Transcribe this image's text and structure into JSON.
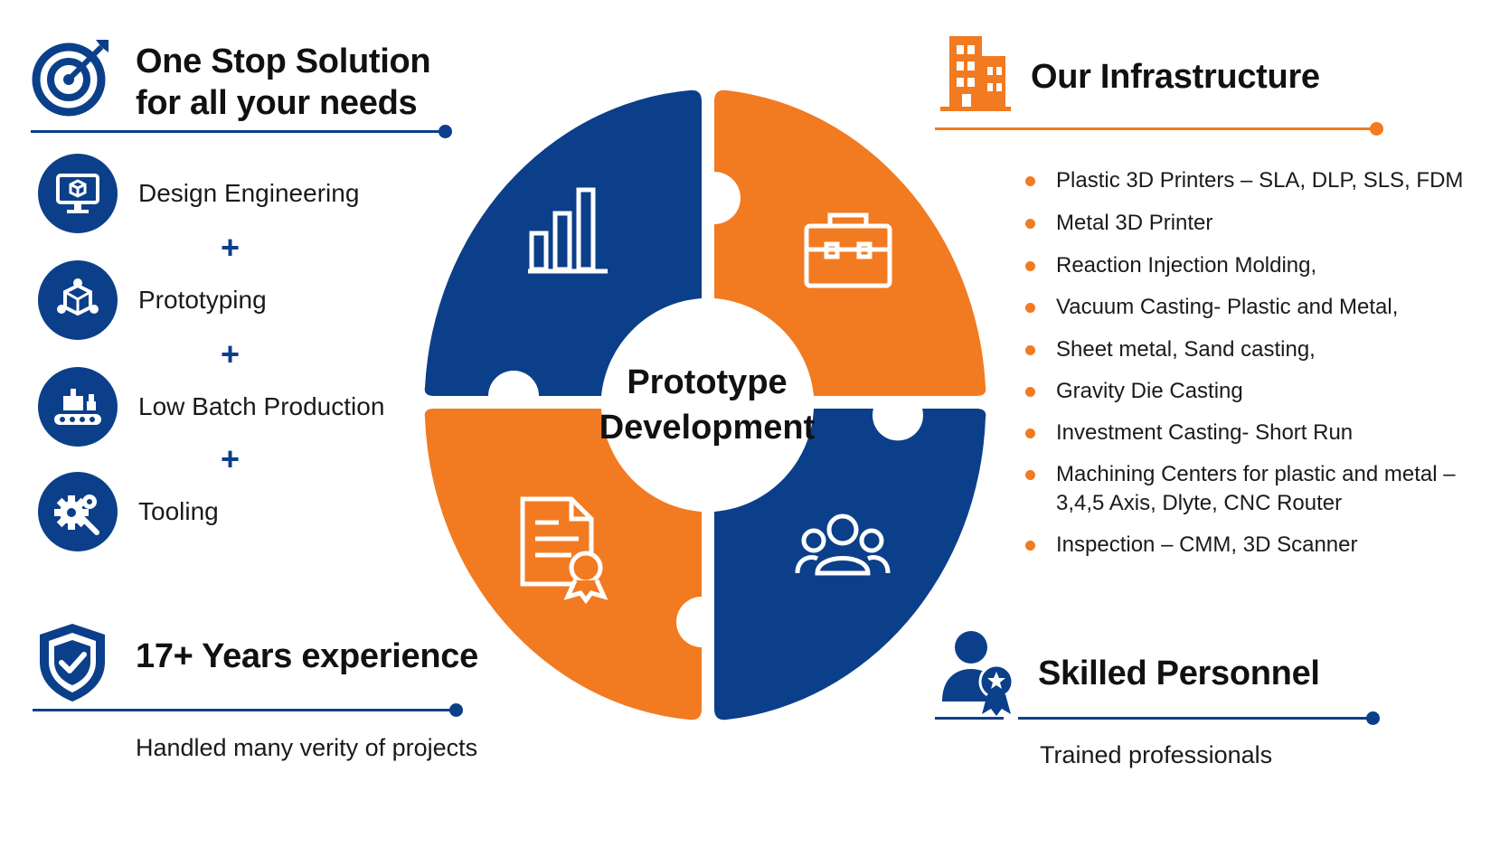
{
  "left": {
    "one_stop": {
      "line1": "One Stop Solution",
      "line2": "for all your needs",
      "icon": "target-icon"
    },
    "services": [
      {
        "label": "Design Engineering",
        "icon": "monitor-cube-icon"
      },
      {
        "label": "Prototyping",
        "icon": "molecule-cube-icon"
      },
      {
        "label": "Low Batch Production",
        "icon": "conveyor-icon"
      },
      {
        "label": "Tooling",
        "icon": "gear-wrench-icon"
      }
    ],
    "plus": "+",
    "experience": {
      "title": "17+ Years experience",
      "text": "Handled many verity of projects",
      "icon": "shield-check-icon"
    }
  },
  "center": {
    "line1": "Prototype",
    "line2": "Development",
    "pieces": [
      {
        "icon": "bar-chart-icon",
        "color": "#0b3f8a"
      },
      {
        "icon": "briefcase-icon",
        "color": "#f27a21"
      },
      {
        "icon": "certificate-icon",
        "color": "#f27a21"
      },
      {
        "icon": "team-icon",
        "color": "#0b3f8a"
      }
    ]
  },
  "right": {
    "infrastructure": {
      "title": "Our Infrastructure",
      "icon": "building-icon",
      "items": [
        "Plastic 3D Printers – SLA, DLP, SLS, FDM",
        "Metal 3D Printer",
        "Reaction Injection Molding,",
        "Vacuum Casting- Plastic and Metal,",
        "Sheet metal, Sand casting,",
        "Gravity Die Casting",
        "Investment Casting- Short Run",
        "Machining Centers for plastic and metal –",
        "3,4,5 Axis, Dlyte, CNC Router",
        "Inspection – CMM, 3D Scanner"
      ]
    },
    "skilled": {
      "title": "Skilled Personnel",
      "text": "Trained professionals",
      "icon": "person-award-icon"
    }
  },
  "colors": {
    "blue": "#0b3f8a",
    "orange": "#f27a21"
  }
}
